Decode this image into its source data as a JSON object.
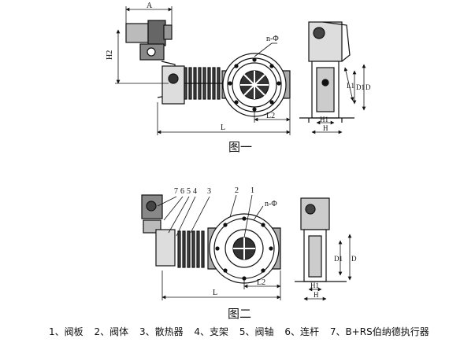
{
  "figure1": {
    "caption": "图一",
    "dims": {
      "A": "A",
      "H2": "H2",
      "L": "L",
      "L2": "L2",
      "nphi": "n-Φ",
      "L1": "L1",
      "D1": "D1",
      "D": "D",
      "H1": "H1",
      "H": "H"
    }
  },
  "figure2": {
    "caption": "图二",
    "dims": {
      "L": "L",
      "L2": "L2",
      "nphi": "n-Φ",
      "D1": "D1",
      "D": "D",
      "H1": "H1",
      "H": "H"
    },
    "callouts": [
      "7",
      "6",
      "5",
      "4",
      "3",
      "2",
      "1"
    ]
  },
  "legend": [
    "1、阀板",
    "2、阀体",
    "3、散热器",
    "4、支架",
    "5、阀轴",
    "6、连杆",
    "7、B+RS伯纳德执行器"
  ]
}
